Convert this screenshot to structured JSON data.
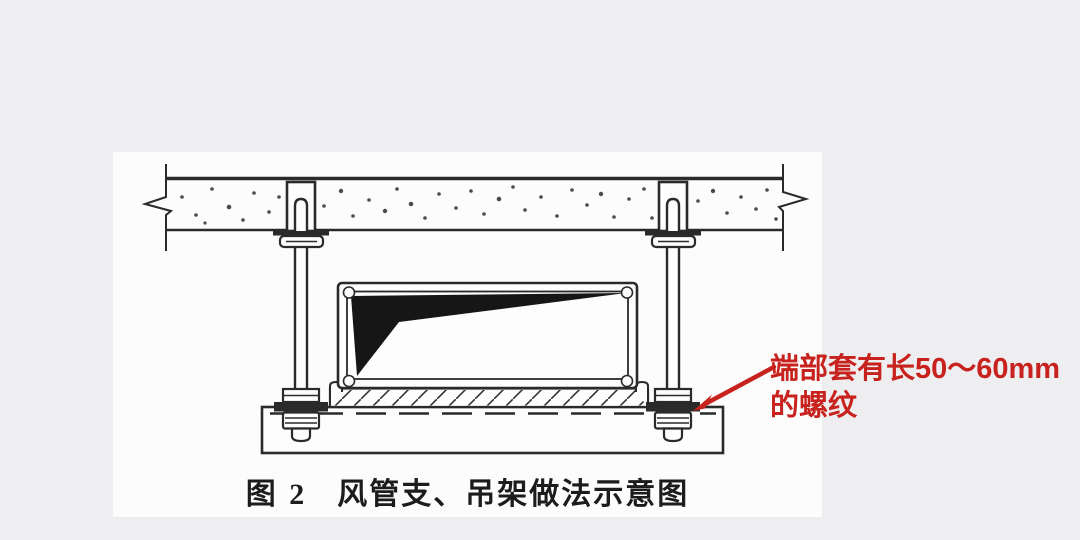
{
  "canvas": {
    "background_color": "#eeeef0",
    "panel_color": "#fcfcfd",
    "ink_color": "#2a2a2a"
  },
  "caption": {
    "prefix": "图 2",
    "title": "风管支、吊架做法示意图"
  },
  "annotation": {
    "line1": "端部套有长50～60mm",
    "line2": "的螺纹",
    "accent_color": "#c7221d"
  },
  "diagram_parts": [
    "concrete-slab",
    "slab-break-line",
    "embedded-anchor-sleeve",
    "threaded-hanger-rod",
    "washer-plate",
    "hex-nut",
    "air-duct",
    "duct-corner-bolt",
    "anti-vibration-pad",
    "support-channel",
    "hidden-edge-dashed-line",
    "annotation-arrow"
  ]
}
